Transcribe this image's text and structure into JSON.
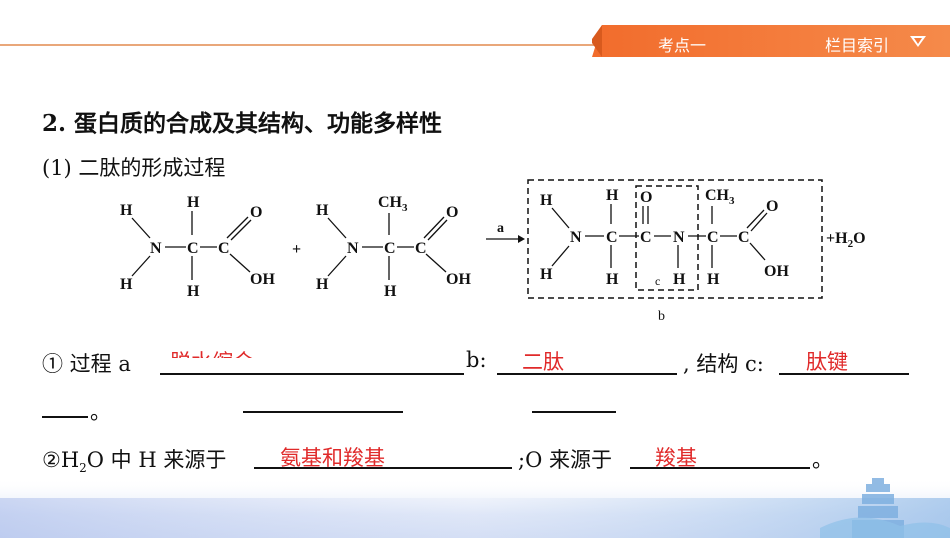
{
  "banner": {
    "kaodian": "考点一",
    "index_label": "栏目索引"
  },
  "heading": "2. 蛋白质的合成及其结构、功能多样性",
  "subheading": "(1) 二肽的形成过程",
  "diagram": {
    "H": "H",
    "N": "N",
    "C": "C",
    "O": "O",
    "OH": "OH",
    "CH3": "CH",
    "CH3_sub": "3",
    "plus": "+",
    "arrow_label": "a",
    "plus_h2o": "+H",
    "h2o_sub": "2",
    "h2o_o": "O",
    "box_c": "c",
    "box_b": "b"
  },
  "q1": {
    "prefix": "① 过程 a",
    "answer_a": "脱水缩合",
    "b_label": "b:",
    "answer_b": "二肽",
    "sep": ", 结构 c:",
    "answer_c": "肽键",
    "tail": "。"
  },
  "q2": {
    "prefix": "②H",
    "sub2": "2",
    "mid": "O 中 H 来源于",
    "answer_h": "氨基和羧基",
    "o_label": ";O 来源于",
    "answer_o": "羧基",
    "tail": "。"
  },
  "colors": {
    "banner": "#f47b3a",
    "answer": "#e02a2a",
    "topline": "#e9a77a"
  }
}
